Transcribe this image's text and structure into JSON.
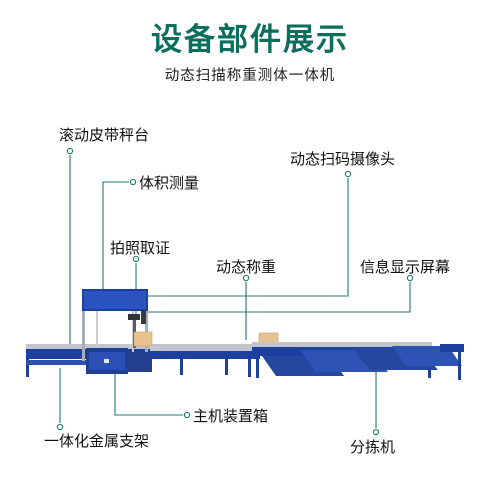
{
  "header": {
    "title": "设备部件展示",
    "subtitle": "动态扫描称重测体一体机"
  },
  "labels": {
    "roller_scale": "滚动皮带秤台",
    "volume_measure": "体积测量",
    "dynamic_scan_camera": "动态扫码摄像头",
    "photo_evidence": "拍照取证",
    "dynamic_weighing": "动态称重",
    "info_display": "信息显示屏幕",
    "host_cabinet": "主机装置箱",
    "integrated_frame": "一体化金属支架",
    "sorter": "分拣机"
  },
  "colors": {
    "title": "#0b6e5f",
    "leader_line": "#1f7a6e",
    "frame_blue": "#1d3f9e",
    "roller_gray": "#b9bcc2",
    "box": "#e6c391"
  }
}
